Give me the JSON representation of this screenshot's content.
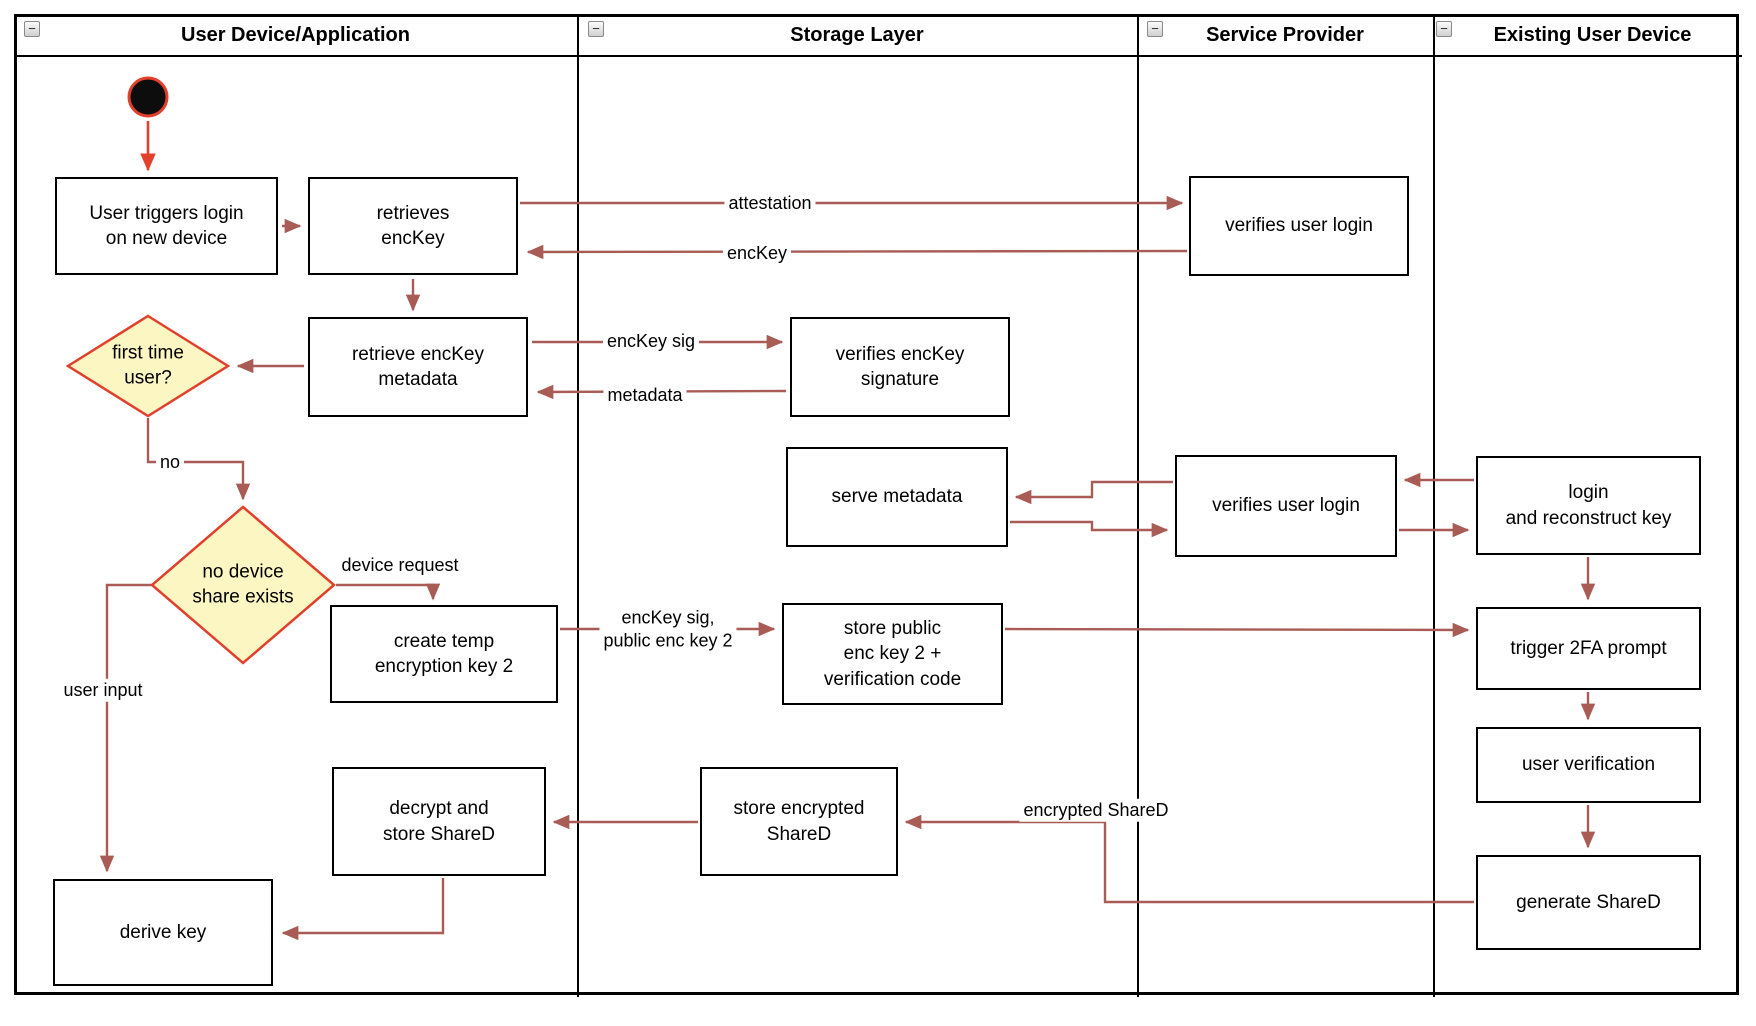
{
  "lanes": [
    {
      "title": "User Device/Application"
    },
    {
      "title": "Storage Layer"
    },
    {
      "title": "Service Provider"
    },
    {
      "title": "Existing User Device"
    }
  ],
  "collapse_glyph": "−",
  "nodes": {
    "user_triggers": "User triggers login\non new device",
    "retrieves_enckey": "retrieves\nencKey",
    "retrieve_metadata": "retrieve encKey\nmetadata",
    "create_temp": "create temp\nencryption key 2",
    "decrypt_store": "decrypt and\nstore ShareD",
    "derive_key": "derive key",
    "verifies_sig": "verifies encKey\nsignature",
    "serve_metadata": "serve metadata",
    "store_public": "store public\nenc key 2 +\nverification code",
    "store_encrypted": "store encrypted\nShareD",
    "verifies_login_top": "verifies user login",
    "verifies_login_mid": "verifies user login",
    "login_reconstruct": "login\nand reconstruct key",
    "trigger_2fa": "trigger 2FA prompt",
    "user_verification": "user verification",
    "generate_shared": "generate ShareD"
  },
  "decisions": {
    "first_time": "first time\nuser?",
    "no_device": "no device\nshare exists"
  },
  "edge_labels": {
    "attestation": "attestation",
    "enckey": "encKey",
    "enckey_sig": "encKey sig",
    "metadata": "metadata",
    "no": "no",
    "device_request": "device request",
    "enckey_sig_public": "encKey sig,\npublic enc key 2",
    "user_input": "user input",
    "encrypted_shared": "encrypted ShareD"
  },
  "colors": {
    "connector": "#A85C55",
    "accent_red": "#E2402C",
    "decision_fill": "#FBF6C2",
    "shape_border": "#000000"
  }
}
